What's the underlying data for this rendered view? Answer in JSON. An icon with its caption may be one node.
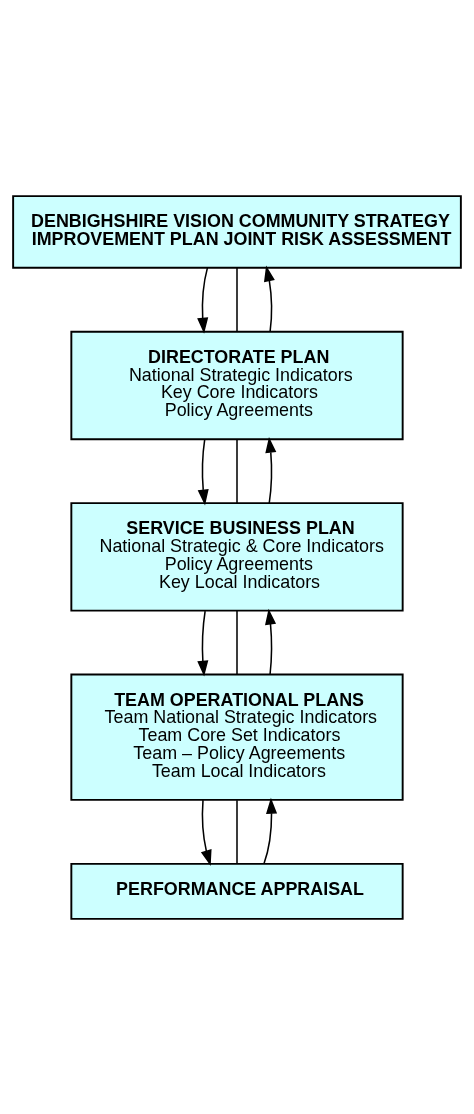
{
  "diagram": {
    "nodes": [
      {
        "text": [
          "DENBIGHSHIRE VISION COMMUNITY STRATEGY",
          "IMPROVEMENT PLAN JOINT RISK ASSESSMENT"
        ]
      },
      {
        "text": [
          "DIRECTORATE PLAN",
          "National Strategic Indicators",
          "Key Core Indicators",
          "Policy Agreements"
        ]
      },
      {
        "text": [
          "SERVICE BUSINESS PLAN",
          "National Strategic & Core Indicators",
          "Policy Agreements",
          "Key Local Indicators"
        ]
      },
      {
        "text": [
          "TEAM OPERATIONAL PLANS",
          "Team National Strategic Indicators",
          "Team Core Set Indicators",
          "Team – Policy Agreements",
          "Team Local Indicators"
        ]
      },
      {
        "text": [
          "PERFORMANCE APPRAISAL"
        ]
      }
    ],
    "edges": [
      {
        "from": 0,
        "to": 1,
        "arrow": "to"
      },
      {
        "from": 0,
        "to": 1,
        "arrow": "none"
      },
      {
        "from": 1,
        "to": 0,
        "arrow": "to"
      },
      {
        "from": 1,
        "to": 2,
        "arrow": "to"
      },
      {
        "from": 1,
        "to": 2,
        "arrow": "none"
      },
      {
        "from": 2,
        "to": 1,
        "arrow": "to"
      },
      {
        "from": 2,
        "to": 3,
        "arrow": "to"
      },
      {
        "from": 2,
        "to": 3,
        "arrow": "none"
      },
      {
        "from": 3,
        "to": 2,
        "arrow": "to"
      },
      {
        "from": 3,
        "to": 4,
        "arrow": "to"
      },
      {
        "from": 3,
        "to": 4,
        "arrow": "none"
      },
      {
        "from": 4,
        "to": 3,
        "arrow": "to"
      }
    ]
  }
}
